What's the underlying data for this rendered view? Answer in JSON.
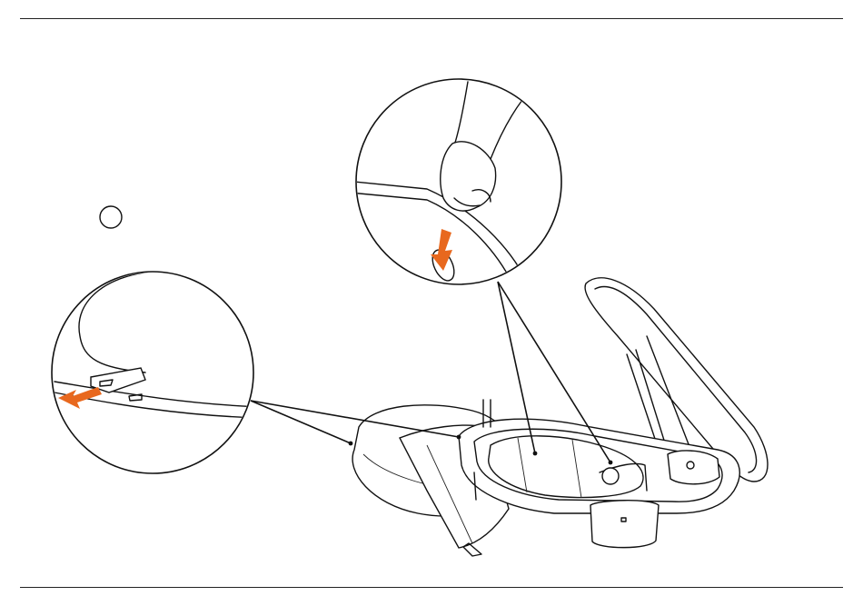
{
  "figure": {
    "step_marker": "",
    "colors": {
      "line": "#111111",
      "arrow_accent": "#E8681E",
      "background": "#FFFFFF"
    },
    "callouts": [
      {
        "id": "left-callout",
        "depicts": "tab-release-detail"
      },
      {
        "id": "top-callout",
        "depicts": "hand-press-detail"
      }
    ]
  }
}
